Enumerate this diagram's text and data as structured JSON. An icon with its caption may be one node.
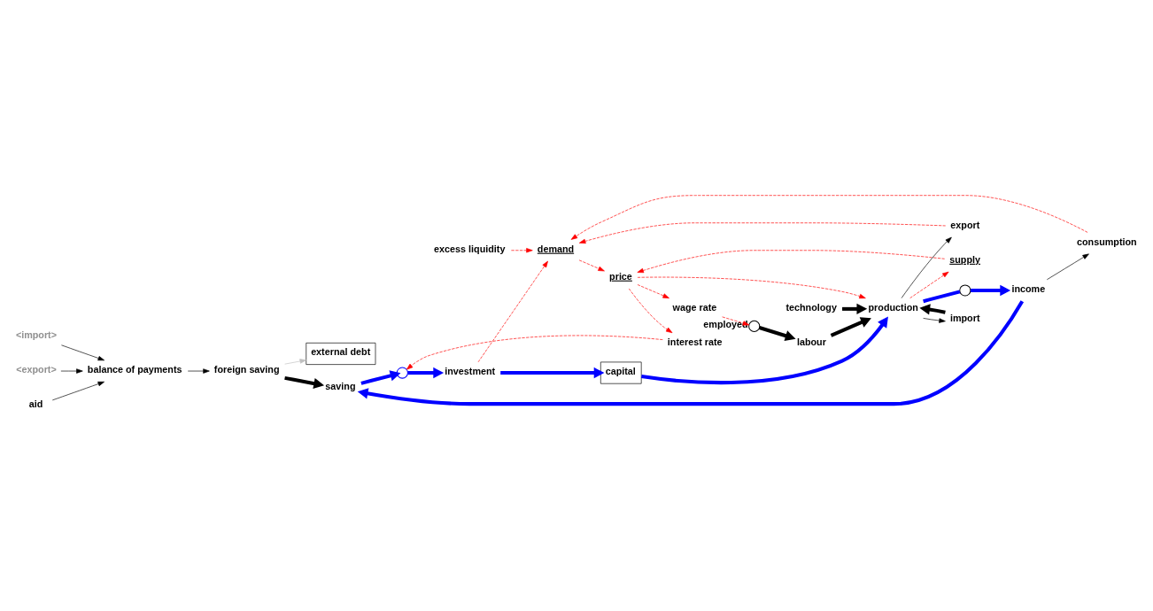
{
  "diagram": {
    "nodes": [
      {
        "text": [
          "<import>"
        ]
      },
      {
        "text": [
          "<export>"
        ]
      },
      {
        "text": [
          "balance of payments"
        ]
      },
      {
        "text": [
          "aid"
        ]
      },
      {
        "text": [
          "price"
        ]
      },
      {
        "text": [
          "foreign saving"
        ]
      },
      {
        "text": [
          "interest rate"
        ]
      },
      {
        "text": [
          "external debt"
        ]
      },
      {
        "text": [],
        "shape": "circle"
      },
      {
        "text": [
          "investment"
        ]
      },
      {
        "text": [
          "demand"
        ]
      },
      {
        "text": [
          "excess liquidity"
        ]
      },
      {
        "text": [
          "supply"
        ]
      },
      {
        "text": [
          "saving"
        ]
      },
      {
        "text": [
          "consumption"
        ]
      },
      {
        "text": [
          "wage rate"
        ]
      },
      {
        "text": [
          "capital"
        ]
      },
      {
        "text": [
          "income"
        ]
      },
      {
        "text": [],
        "shape": "circle"
      },
      {
        "text": [
          "production"
        ]
      },
      {
        "text": [
          "export"
        ]
      },
      {
        "text": [
          "import"
        ]
      },
      {
        "text": [
          "technology"
        ]
      },
      {
        "text": [
          "labour"
        ]
      },
      {
        "text": [],
        "shape": "circle",
        "beside": [
          "employed"
        ]
      }
    ],
    "edges": [
      {
        "from": 0,
        "to": 2,
        "arrow": "to"
      },
      {
        "from": 1,
        "to": 2,
        "arrow": "to"
      },
      {
        "from": 3,
        "to": 2,
        "arrow": "to"
      },
      {
        "from": 2,
        "to": 5,
        "arrow": "to"
      },
      {
        "from": 5,
        "to": 13,
        "arrow": "to",
        "style": "thick"
      },
      {
        "from": 5,
        "to": 7,
        "arrow": "to",
        "color": "#c0c0c0"
      },
      {
        "from": 4,
        "to": 6,
        "arrow": "to",
        "style": "dashed",
        "color": "#ff0000"
      },
      {
        "from": 6,
        "to": 8,
        "arrow": "to",
        "style": "dashed",
        "color": "#ff0000"
      },
      {
        "from": 8,
        "to": 9,
        "arrow": "to",
        "style": "thick",
        "color": "#0000ff"
      },
      {
        "from": 13,
        "to": 8,
        "arrow": "to",
        "style": "thick",
        "color": "#0000ff"
      },
      {
        "from": 9,
        "to": 16,
        "arrow": "to",
        "style": "thick",
        "color": "#0000ff"
      },
      {
        "from": 16,
        "to": 19,
        "arrow": "to",
        "style": "thick",
        "color": "#0000ff"
      },
      {
        "from": 19,
        "to": 18,
        "arrow": "none",
        "style": "thick",
        "color": "#0000ff"
      },
      {
        "from": 18,
        "to": 17,
        "arrow": "to",
        "style": "thick",
        "color": "#0000ff"
      },
      {
        "from": 17,
        "to": 13,
        "arrow": "to",
        "style": "thick",
        "color": "#0000ff"
      },
      {
        "from": 17,
        "to": 14,
        "arrow": "to"
      },
      {
        "from": 14,
        "to": 10,
        "arrow": "to",
        "style": "dashed",
        "color": "#ff0000"
      },
      {
        "from": 20,
        "to": 10,
        "arrow": "to",
        "style": "dashed",
        "color": "#ff0000"
      },
      {
        "from": 9,
        "to": 10,
        "arrow": "to",
        "style": "dashed",
        "color": "#ff0000"
      },
      {
        "from": 10,
        "to": 4,
        "arrow": "to",
        "style": "dashed",
        "color": "#ff0000"
      },
      {
        "from": 11,
        "to": 10,
        "arrow": "to",
        "style": "dashed",
        "color": "#ff0000"
      },
      {
        "from": 12,
        "to": 4,
        "arrow": "to",
        "style": "dashed",
        "color": "#ff0000"
      },
      {
        "from": 19,
        "to": 12,
        "arrow": "to",
        "style": "dashed",
        "color": "#ff0000"
      },
      {
        "from": 4,
        "to": 15,
        "arrow": "to",
        "style": "dashed",
        "color": "#ff0000"
      },
      {
        "from": 4,
        "to": 19,
        "arrow": "to",
        "style": "dashed",
        "color": "#ff0000"
      },
      {
        "from": 15,
        "to": 24,
        "arrow": "to",
        "style": "dashed",
        "color": "#ff0000"
      },
      {
        "from": 24,
        "to": 23,
        "arrow": "to",
        "style": "thick"
      },
      {
        "from": 23,
        "to": 19,
        "arrow": "to",
        "style": "thick"
      },
      {
        "from": 22,
        "to": 19,
        "arrow": "to",
        "style": "thick"
      },
      {
        "from": 21,
        "to": 19,
        "arrow": "to",
        "style": "thick"
      },
      {
        "from": 19,
        "to": 21,
        "arrow": "to"
      },
      {
        "from": 19,
        "to": 20,
        "arrow": "to"
      }
    ]
  }
}
